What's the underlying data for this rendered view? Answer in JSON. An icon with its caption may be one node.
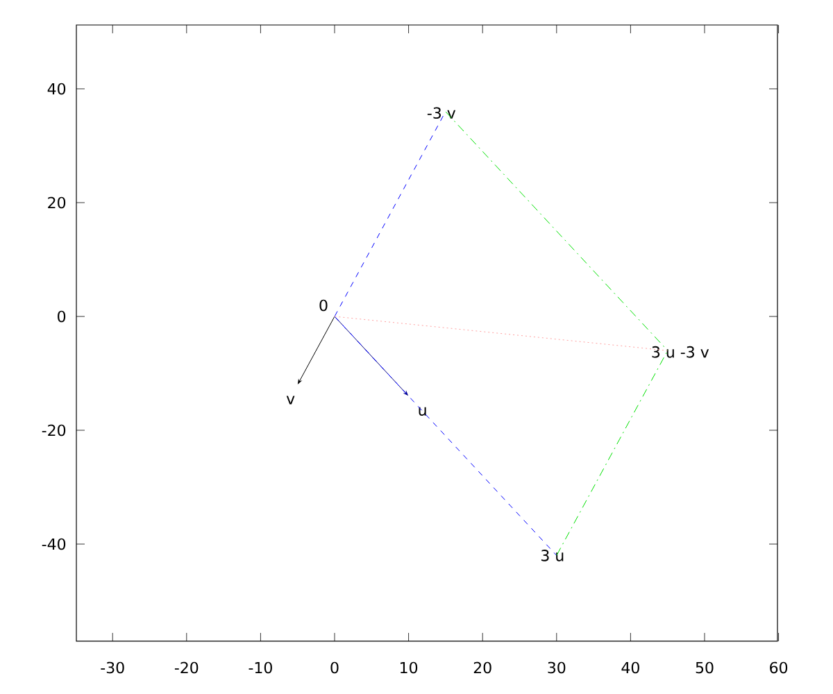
{
  "diagram": {
    "nodes": [
      {
        "text": [
          "-3 v"
        ]
      },
      {
        "text": [
          "0"
        ]
      },
      {
        "text": [
          "3 u -3 v"
        ]
      },
      {
        "text": [
          "v"
        ]
      },
      {
        "text": [
          "u"
        ]
      },
      {
        "text": [
          "3 u"
        ]
      }
    ],
    "edges": [
      {
        "from": 1,
        "to": 3,
        "arrow": "to",
        "color": "#000000"
      },
      {
        "from": 1,
        "to": 4,
        "arrow": "to",
        "color": "#000080"
      },
      {
        "from": 1,
        "to": 5,
        "arrow": "none",
        "style": "dashed",
        "color": "#0000ff"
      },
      {
        "from": 1,
        "to": 0,
        "arrow": "none",
        "style": "dashed",
        "color": "#0000ff"
      },
      {
        "from": 0,
        "to": 2,
        "arrow": "none",
        "style": "dashed",
        "color": "#00e000"
      },
      {
        "from": 5,
        "to": 2,
        "arrow": "none",
        "style": "dashed",
        "color": "#00e000"
      },
      {
        "from": 1,
        "to": 2,
        "arrow": "none",
        "style": "dashed",
        "color": "#ffa0a0"
      }
    ],
    "labels": [
      "40",
      "20",
      "0",
      "-20",
      "-40",
      "-30",
      "-20",
      "-10",
      "0",
      "10",
      "20",
      "30",
      "40",
      "50",
      "60"
    ]
  }
}
